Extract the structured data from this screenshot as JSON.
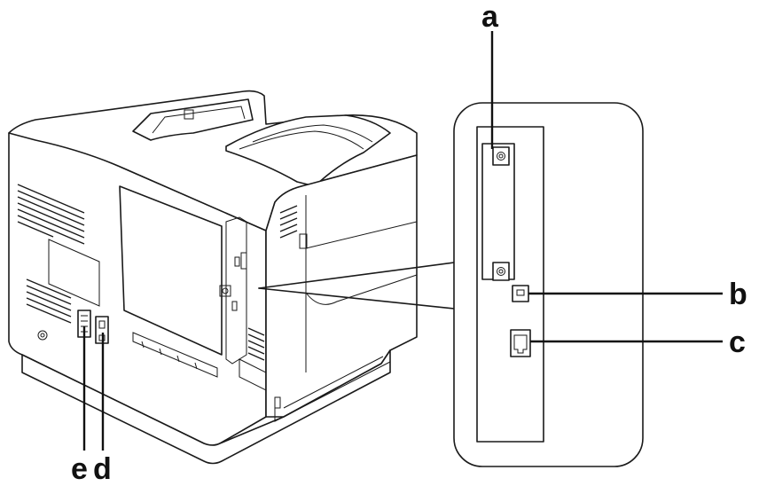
{
  "callouts": {
    "a": "a",
    "b": "b",
    "c": "c",
    "d": "d",
    "e": "e"
  },
  "colors": {
    "line": "#1a1a1a",
    "background": "#ffffff",
    "label": "#111111"
  },
  "icons": [
    "printer-rear-illustration",
    "interface-card-slot",
    "usb-port",
    "ethernet-port",
    "power-switch",
    "ac-inlet"
  ]
}
